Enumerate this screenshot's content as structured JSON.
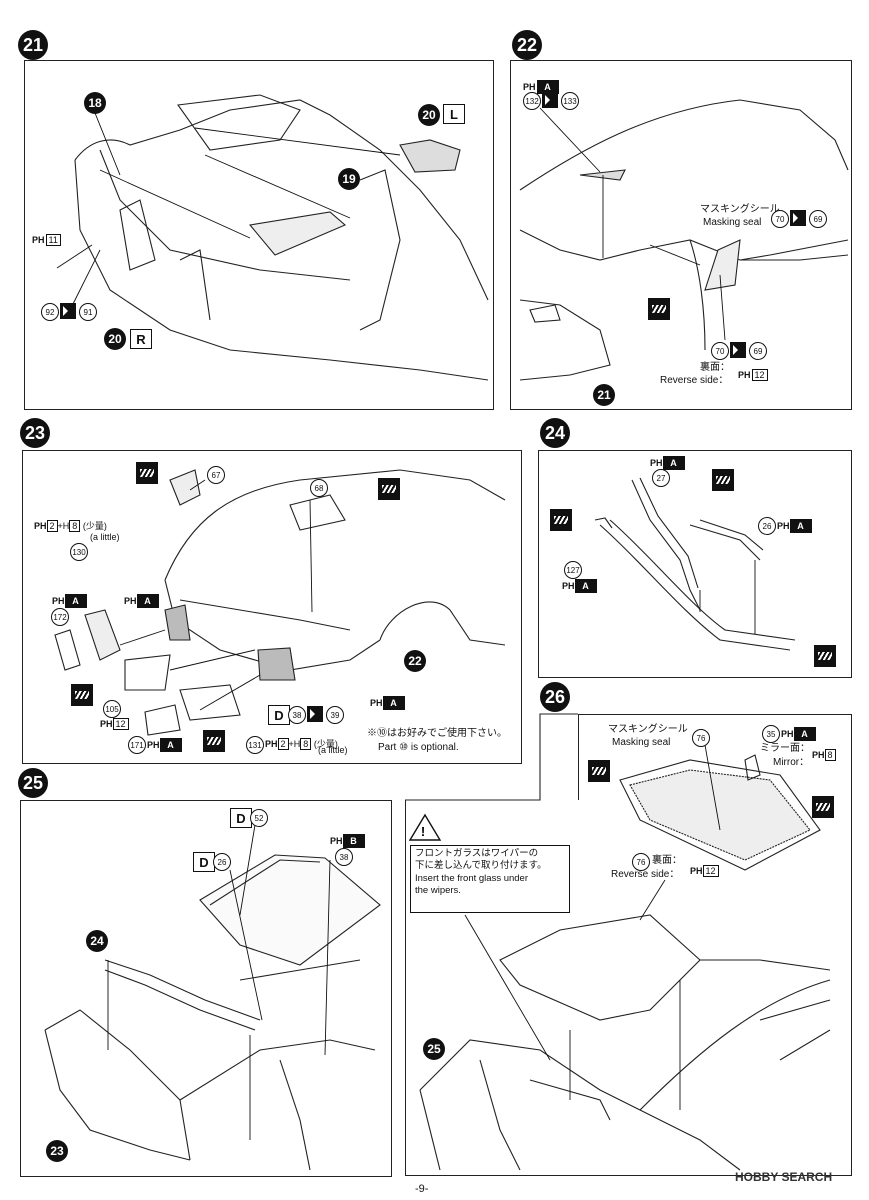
{
  "steps": {
    "s21": {
      "num": "21",
      "parts": {
        "p18": "18",
        "p19": "19",
        "p20l": "20",
        "p20r": "20",
        "p92": "92",
        "p91": "91"
      },
      "L": "L",
      "R": "R",
      "paint": "PH",
      "paint_num": "11"
    },
    "s22": {
      "num": "22",
      "paint_top": "A",
      "p132": "132",
      "p133": "133",
      "mask_jp": "マスキングシール",
      "mask_en": "Masking seal",
      "p70a": "70",
      "p69a": "69",
      "p70b": "70",
      "p69b": "69",
      "rev_jp": "裏面：",
      "rev_en": "Reverse side：",
      "rev_num": "12",
      "p21": "21"
    },
    "s23": {
      "num": "23",
      "p67": "67",
      "p68": "68",
      "p130": "130",
      "p172": "172",
      "p105": "105",
      "p171": "171",
      "p131": "131",
      "p22": "22",
      "p38": "38",
      "p39": "39",
      "D": "D",
      "little_jp": "(少量)",
      "little_en": "(a little)",
      "mix1": "2",
      "mix2": "8",
      "p12": "12",
      "opt_jp": "※⑩はお好みでご使用下さい。",
      "opt_en": "Part ⑩ is optional."
    },
    "s24": {
      "num": "24",
      "p27": "27",
      "p26": "26",
      "p127": "127"
    },
    "s25": {
      "num": "25",
      "D": "D",
      "p52": "52",
      "p26": "26",
      "p38": "38",
      "p24": "24",
      "p23": "23"
    },
    "s26": {
      "num": "26",
      "mask_jp": "マスキングシール",
      "mask_en": "Masking seal",
      "p76": "76",
      "p35": "35",
      "mirror_jp": "ミラー面：",
      "mirror_en": "Mirror：",
      "mirror_num": "8",
      "p76b": "76",
      "rev_jp": "裏面：",
      "rev_en": "Reverse side：",
      "rev_num": "12",
      "warn_jp1": "フロントガラスはワイパーの",
      "warn_jp2": "下に差し込んで取り付けます。",
      "warn_en1": "Insert the front glass under",
      "warn_en2": "the wipers.",
      "p25": "25"
    }
  },
  "page_number": "-9-",
  "watermark": "HOBBY SEARCH"
}
